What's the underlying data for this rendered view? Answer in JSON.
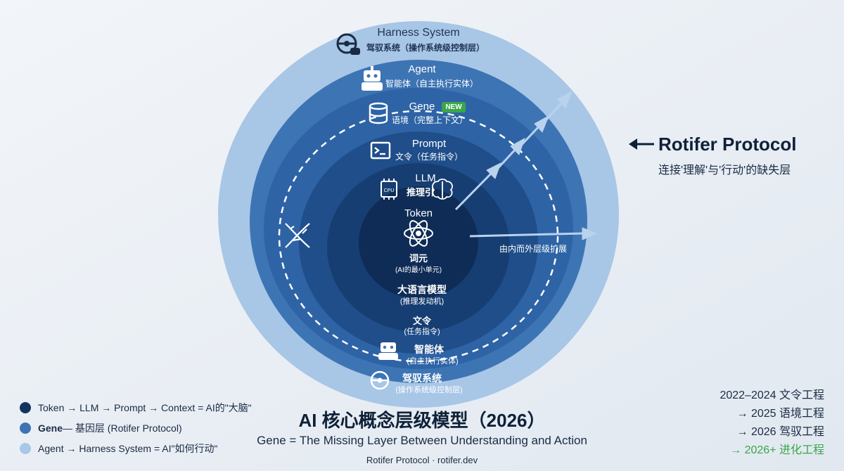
{
  "layers": {
    "harness": {
      "title": "Harness System",
      "subtitle": "驾驭系统（操作系统级控制层）",
      "icon": "steering-wheel-os-icon",
      "bottom_title": "驾驭系统",
      "bottom_subtitle": "(操作系统级控制层)"
    },
    "agent": {
      "title": "Agent",
      "subtitle": "智能体（自主执行实体）",
      "icon": "robot-icon",
      "bottom_title": "智能体",
      "bottom_subtitle": "(自主执行实体)"
    },
    "gene": {
      "title": "Gene",
      "badge": "NEW",
      "subtitle": "语境（完整上下文）",
      "icon": "database-icon",
      "side_icon": "dna-icon"
    },
    "prompt": {
      "title": "Prompt",
      "subtitle": "文令（任务指令）",
      "icon": "terminal-icon",
      "bottom_title": "文令",
      "bottom_subtitle": "(任务指令)"
    },
    "llm": {
      "title": "LLM",
      "subtitle": "推理引",
      "icon": "cpu-icon",
      "icon2": "brain-icon",
      "bottom_title": "大语言模型",
      "bottom_subtitle": "(推理发动机)"
    },
    "token": {
      "title": "Token",
      "icon": "atom-icon",
      "bottom_title": "词元",
      "bottom_subtitle": "(AI的最小单元)"
    }
  },
  "expand_label": "由内而外层级扩展",
  "rotifer": {
    "title": "Rotifer Protocol",
    "subtitle": "连接'理解'与'行动'的缺失层",
    "arrow": "←"
  },
  "legend": [
    {
      "text": "Token → LLM → Prompt → Context = AI的\"大脑\"",
      "color": "#13345e"
    },
    {
      "bold": "Gene",
      "text": " — 基因层 (Rotifer Protocol)",
      "color": "#3d73b3"
    },
    {
      "text": "Agent → Harness System = AI\"如何行动\"",
      "color": "#a9c7e6"
    }
  ],
  "footer": {
    "title": "AI 核心概念层级模型（2026）",
    "subtitle": "Gene = The Missing Layer Between Understanding and Action",
    "credit": "Rotifer Protocol · rotifer.dev"
  },
  "timeline": [
    {
      "text": "2022–2024 文令工程",
      "color": "#1a2b44"
    },
    {
      "text": "→ 2025 语境工程",
      "color": "#1a2b44"
    },
    {
      "text": "→ 2026 驾驭工程",
      "color": "#1a2b44"
    },
    {
      "text": "→ 2026+ 进化工程",
      "color": "#3aa64a"
    }
  ],
  "colors": {
    "harness": "#a8c6e6",
    "agent": "#3d74b4",
    "gene": "#2e64a6",
    "prompt": "#1f4e8a",
    "llm": "#163e72",
    "token": "#0e2c56",
    "accent_green": "#3aa64a"
  }
}
